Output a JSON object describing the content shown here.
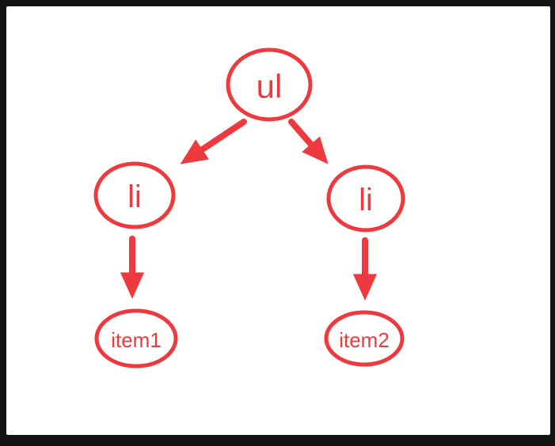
{
  "diagram": {
    "type": "tree",
    "accent_color": "#ee3a3f",
    "background_color": "#ffffff",
    "frame_color": "#141414",
    "nodes": [
      {
        "id": "ul",
        "label": "ul",
        "level": 0
      },
      {
        "id": "li-left",
        "label": "li",
        "level": 1
      },
      {
        "id": "li-right",
        "label": "li",
        "level": 1
      },
      {
        "id": "item1",
        "label": "item1",
        "level": 2
      },
      {
        "id": "item2",
        "label": "item2",
        "level": 2
      }
    ],
    "edges": [
      {
        "from": "ul",
        "to": "li-left"
      },
      {
        "from": "ul",
        "to": "li-right"
      },
      {
        "from": "li-left",
        "to": "item1"
      },
      {
        "from": "li-right",
        "to": "item2"
      }
    ]
  }
}
